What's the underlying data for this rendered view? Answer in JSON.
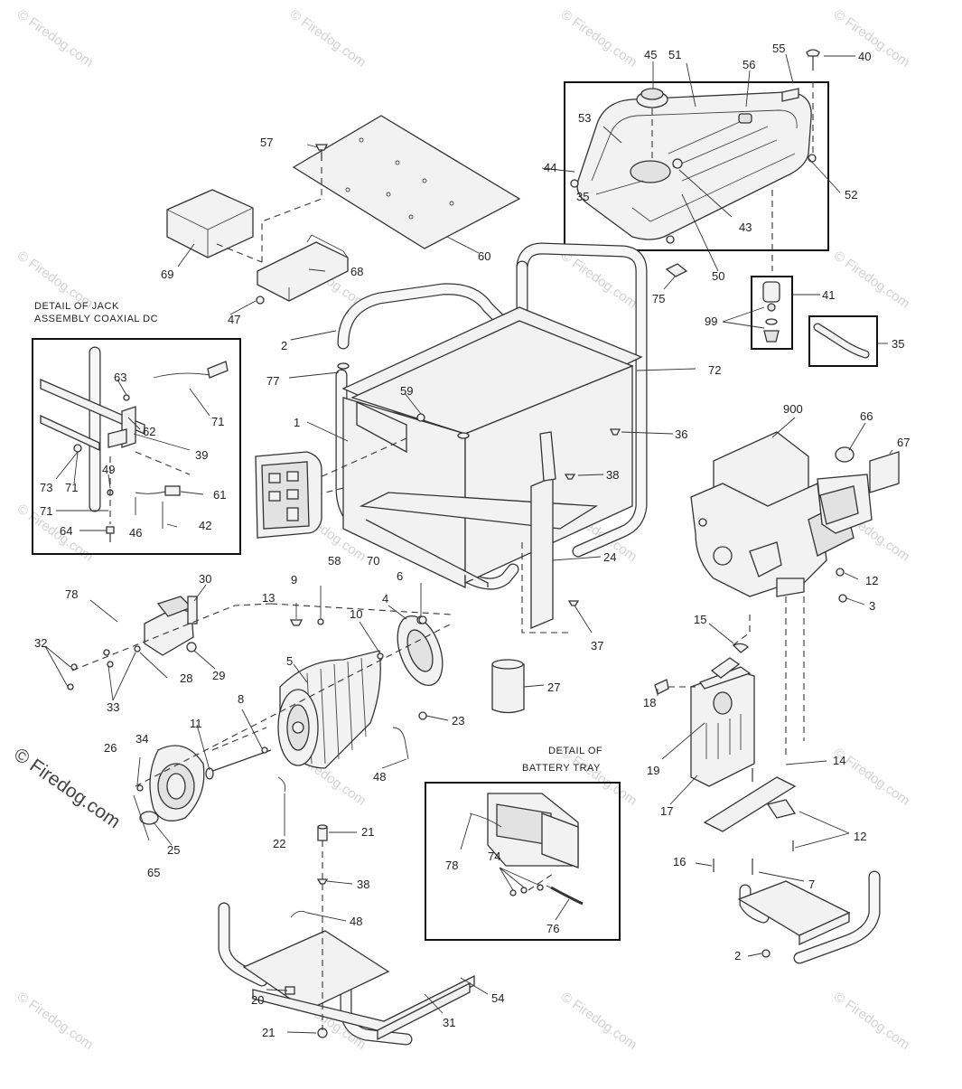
{
  "watermark": {
    "text": "© Firedog.com",
    "large_text": "© Firedog.com"
  },
  "captions": {
    "jack_detail_line1": "DETAIL OF JACK",
    "jack_detail_line2": "ASSEMBLY COAXIAL DC",
    "battery_detail_line1": "DETAIL OF",
    "battery_detail_line2": "BATTERY TRAY"
  },
  "callouts": {
    "c2a": "2",
    "c2b": "2",
    "c3": "3",
    "c4": "4",
    "c5": "5",
    "c6": "6",
    "c7": "7",
    "c8": "8",
    "c9": "9",
    "c10": "10",
    "c11": "11",
    "c12a": "12",
    "c12b": "12",
    "c13": "13",
    "c14": "14",
    "c15": "15",
    "c16": "16",
    "c17": "17",
    "c18": "18",
    "c19": "19",
    "c20": "20",
    "c21a": "21",
    "c21b": "21",
    "c22": "22",
    "c23": "23",
    "c24": "24",
    "c25": "25",
    "c26": "26",
    "c27": "27",
    "c28": "28",
    "c29": "29",
    "c30": "30",
    "c31": "31",
    "c32": "32",
    "c33": "33",
    "c34": "34",
    "c35a": "35",
    "c35b": "35",
    "c36": "36",
    "c37": "37",
    "c38a": "38",
    "c38b": "38",
    "c39": "39",
    "c40": "40",
    "c41": "41",
    "c42": "42",
    "c43": "43",
    "c44": "44",
    "c45": "45",
    "c46": "46",
    "c47": "47",
    "c48a": "48",
    "c48b": "48",
    "c49": "49",
    "c50": "50",
    "c51": "51",
    "c52": "52",
    "c53": "53",
    "c54": "54",
    "c55": "55",
    "c56": "56",
    "c57": "57",
    "c58": "58",
    "c59": "59",
    "c60": "60",
    "c61": "61",
    "c62": "62",
    "c63": "63",
    "c64": "64",
    "c65": "65",
    "c66": "66",
    "c67": "67",
    "c68": "68",
    "c69": "69",
    "c70": "70",
    "c71a": "71",
    "c71b": "71",
    "c71c": "71",
    "c72": "72",
    "c73": "73",
    "c74": "74",
    "c75": "75",
    "c76": "76",
    "c77": "77",
    "c78a": "78",
    "c78b": "78",
    "c99": "99",
    "c900": "900",
    "c1": "1"
  }
}
